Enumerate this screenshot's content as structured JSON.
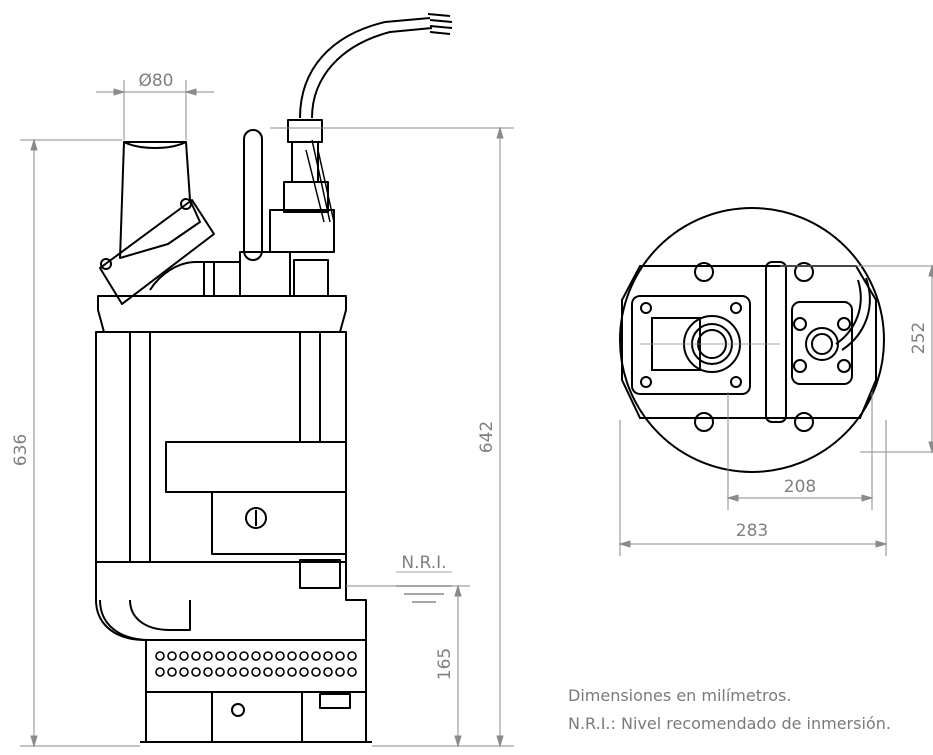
{
  "dimensions": {
    "outlet_diameter": "Ø80",
    "total_height_left": "636",
    "total_height_right": "642",
    "nri_height": "165",
    "plan_height": "252",
    "plan_width_inner": "208",
    "plan_width_outer": "283"
  },
  "labels": {
    "nri": "N.R.I."
  },
  "notes": {
    "units": "Dimensiones en milímetros.",
    "nri_definition": "N.R.I.: Nivel recomendado de inmersión."
  },
  "colors": {
    "outline": "#000000",
    "dimension_line": "#8a8a8a",
    "text": "#808080"
  }
}
